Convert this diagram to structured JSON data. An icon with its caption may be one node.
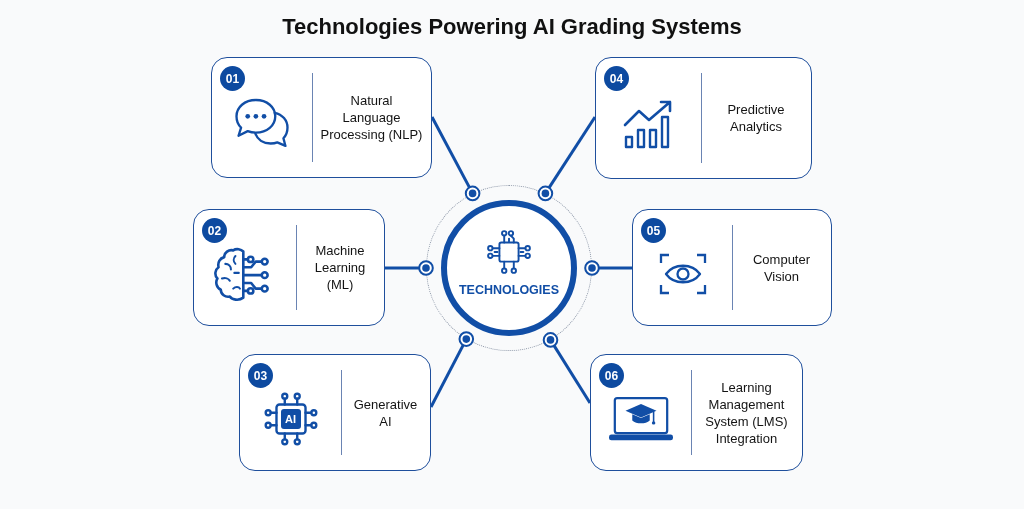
{
  "diagram": {
    "title": "Technologies Powering AI Grading Systems",
    "nodes": [
      {
        "text": [
          "TECHNOLOGIES"
        ]
      },
      {
        "text": [
          "01",
          "Natural Language Processing (NLP)"
        ]
      },
      {
        "text": [
          "02",
          "Machine Learning (ML)"
        ]
      },
      {
        "text": [
          "03",
          "AI",
          "Generative AI"
        ]
      },
      {
        "text": [
          "04",
          "Predictive Analytics"
        ]
      },
      {
        "text": [
          "05",
          "Computer Vision"
        ]
      },
      {
        "text": [
          "06",
          "Learning Management System (LMS) Integration"
        ]
      }
    ],
    "edges": [
      {
        "from": 0,
        "to": 1,
        "arrow": "other"
      },
      {
        "from": 0,
        "to": 2,
        "arrow": "other"
      },
      {
        "from": 0,
        "to": 3,
        "arrow": "other"
      },
      {
        "from": 0,
        "to": 4,
        "arrow": "other"
      },
      {
        "from": 0,
        "to": 5,
        "arrow": "other"
      },
      {
        "from": 0,
        "to": 6,
        "arrow": "other"
      }
    ]
  }
}
